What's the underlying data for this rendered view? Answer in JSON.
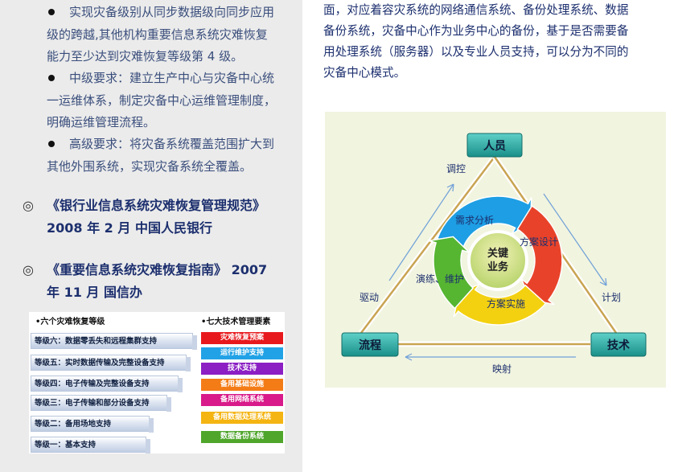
{
  "left_bullets": [
    {
      "lines": [
        "实现灾备级别从同步数据级向同步应用",
        "级的跨越,其他机构重要信息系统灾难恢复",
        "能力至少达到灾难恢复等级第 4 级。"
      ]
    },
    {
      "lines": [
        "中级要求：建立生产中心与灾备中心统",
        "一运维体系，制定灾备中心运维管理制度，",
        "明确运维管理流程。"
      ]
    },
    {
      "lines": [
        "高级要求：将灾备系统覆盖范围扩大到",
        "其他外围系统，实现灾备系统全覆盖。"
      ]
    }
  ],
  "references": [
    {
      "symbol": "◎",
      "title": "《银行业信息系统灾难恢复管理规范》",
      "detail": "2008 年 2 月  中国人民银行"
    },
    {
      "symbol": "◎",
      "title": "《重要信息系统灾难恢复指南》 2007",
      "detail": "年 11 月  国信办"
    }
  ],
  "right_text": [
    "面，对应着容灾系统的网络通信系统、备份处理系统、数据",
    "备份系统，灾备中心作为业务中心的备份，基于是否需要备",
    "用处理系统（服务器）以及专业人员支持，可以分为不同的",
    "灾备中心模式。"
  ],
  "levels_panel": {
    "left_title": "•六个灾难恢复等级",
    "right_title": "•七大技术管理要素",
    "levels": [
      "等级六：数据零丢失和远程集群支持",
      "等级五：实时数据传输及完整设备支持",
      "等级四：电子传输及完整设备支持",
      "等级三：电子传输和部分设备支持",
      "等级二：备用场地支持",
      "等级一：基本支持"
    ],
    "elements": [
      {
        "label": "灾难恢复预案",
        "color": "#e8191d"
      },
      {
        "label": "运行维护支持",
        "color": "#22a2e6"
      },
      {
        "label": "技术支持",
        "color": "#8b1fc4"
      },
      {
        "label": "备用基础设施",
        "color": "#f47c17"
      },
      {
        "label": "备用网络系统",
        "color": "#d81a8a"
      },
      {
        "label": "备用数据处理系统",
        "color": "#f4b411"
      },
      {
        "label": "数据备份系统",
        "color": "#4fa62b"
      }
    ]
  },
  "diagram": {
    "nodes": {
      "top": "人员",
      "left": "流程",
      "right": "技术"
    },
    "edges": {
      "left": "调控",
      "left_lower": "驱动",
      "right": "计划",
      "bottom": "映射"
    },
    "center_line1": "关键",
    "center_line2": "业务",
    "cycle_labels": [
      "需求分析",
      "方案设计",
      "方案实施",
      "演练、维护"
    ],
    "colors": {
      "blue": "#1e9ee4",
      "red": "#e8432a",
      "yellow": "#f3d110",
      "green": "#56b531",
      "node": "#2aa6a0"
    }
  }
}
